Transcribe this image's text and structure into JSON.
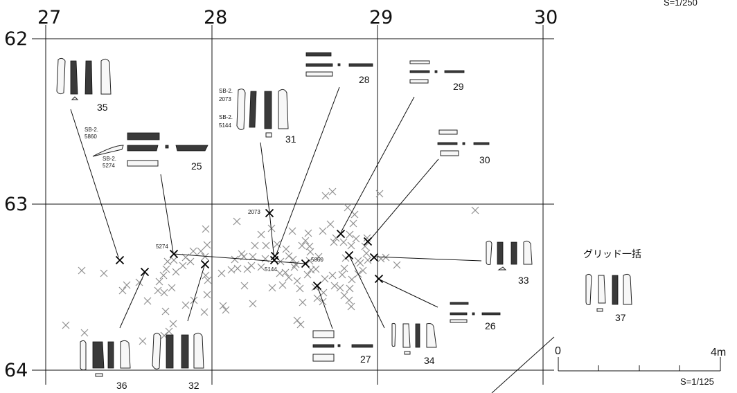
{
  "scale_top_right": "S=1/250",
  "grid": {
    "x_labels": [
      "27",
      "28",
      "29",
      "30"
    ],
    "y_labels": [
      "62",
      "63",
      "64"
    ]
  },
  "scale_bar": {
    "start_label": "0",
    "end_label": "4m",
    "ratio": "S=1/125"
  },
  "grid_batch_label": "グリッド一括",
  "artifacts": [
    {
      "number": "35"
    },
    {
      "number": "25"
    },
    {
      "number": "31"
    },
    {
      "number": "28"
    },
    {
      "number": "29"
    },
    {
      "number": "30"
    },
    {
      "number": "33"
    },
    {
      "number": "26"
    },
    {
      "number": "34"
    },
    {
      "number": "27"
    },
    {
      "number": "32"
    },
    {
      "number": "36"
    },
    {
      "number": "37"
    }
  ],
  "drawing_notes": {
    "a25_top": "SB-2.",
    "a25_top_num": "5860",
    "a25_bottom": "SB-2.",
    "a25_bottom_num": "5274",
    "a31_top": "SB-2.",
    "a31_top_num": "2073",
    "a31_bottom": "SB-2.",
    "a31_bottom_num": "5144"
  },
  "conjoin_labels": [
    "2073",
    "5274",
    "5144",
    "5860"
  ]
}
